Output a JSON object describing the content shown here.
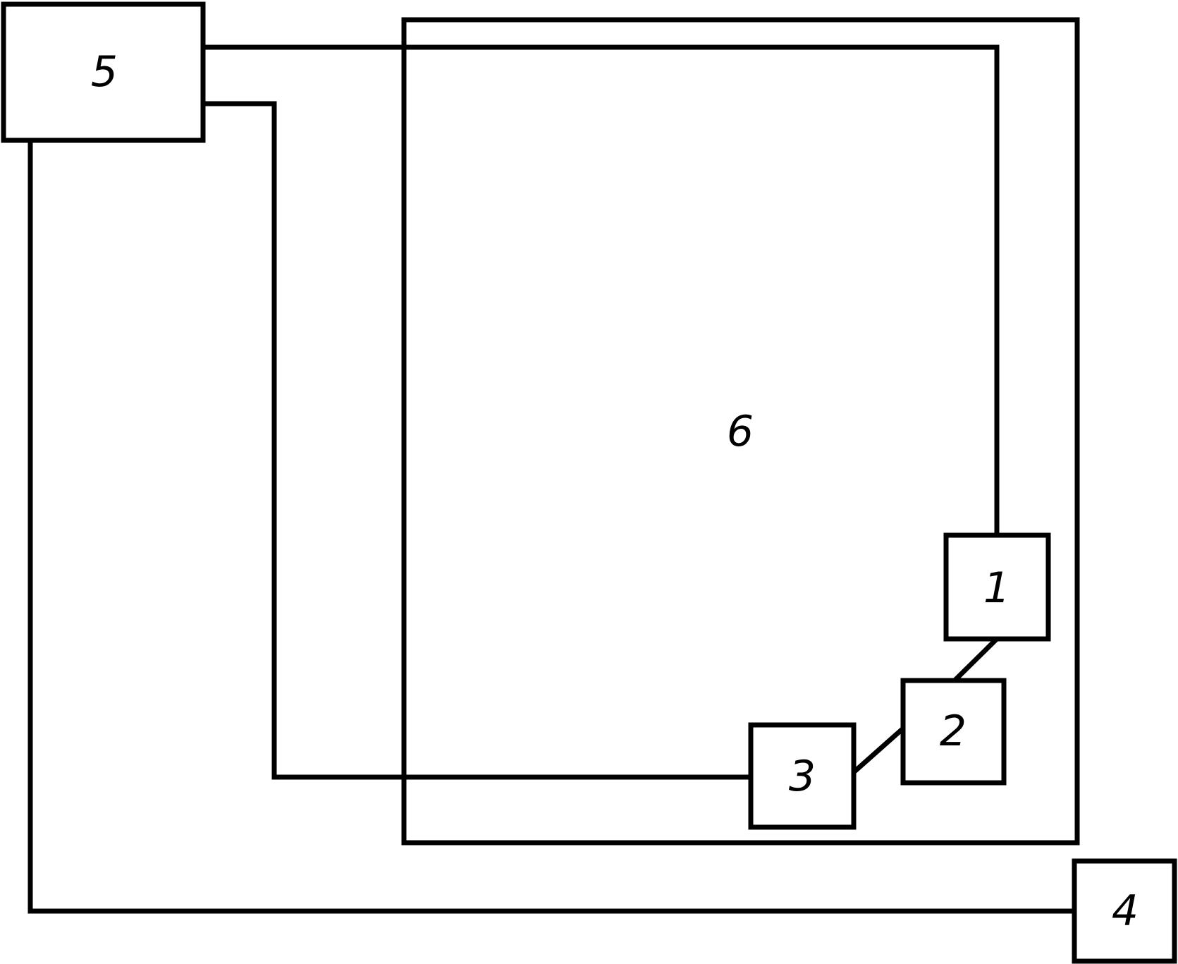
{
  "diagram": {
    "labels": {
      "box1": "1",
      "box2": "2",
      "box3": "3",
      "box4": "4",
      "box5": "5",
      "region6": "6"
    }
  }
}
